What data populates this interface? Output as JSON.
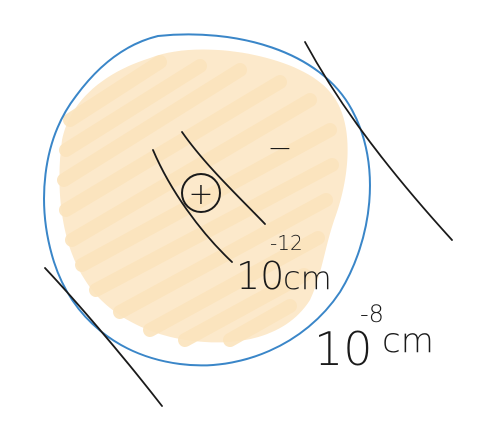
{
  "colors": {
    "background": "#ffffff",
    "atom_fill": "#fce9cb",
    "atom_outline": "#3a86c8",
    "ink": "#1a1a1a"
  },
  "labels": {
    "nucleus_charge": "+",
    "electron_charge": "−",
    "nucleus_size_base": "10",
    "nucleus_size_exponent": "-12",
    "nucleus_size_unit": "cm",
    "atom_size_base": "10",
    "atom_size_exponent": "-8",
    "atom_size_unit": "cm"
  }
}
